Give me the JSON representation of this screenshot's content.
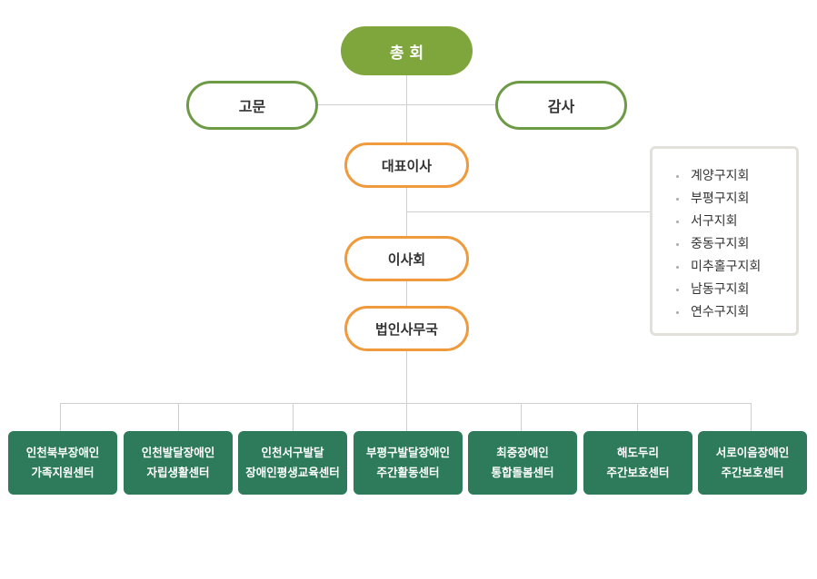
{
  "top": {
    "label": "총 회"
  },
  "advisor": {
    "label": "고문"
  },
  "auditor": {
    "label": "감사"
  },
  "ceo": {
    "label": "대표이사"
  },
  "board": {
    "label": "이사회"
  },
  "secretariat": {
    "label": "법인사무국"
  },
  "branches": [
    "계양구지회",
    "부평구지회",
    "서구지회",
    "중동구지회",
    "미추홀구지회",
    "남동구지회",
    "연수구지회"
  ],
  "centers": [
    {
      "line1": "인천북부장애인",
      "line2": "가족지원센터"
    },
    {
      "line1": "인천발달장애인",
      "line2": "자립생활센터"
    },
    {
      "line1": "인천서구발달",
      "line2": "장애인평생교육센터"
    },
    {
      "line1": "부평구발달장애인",
      "line2": "주간활동센터"
    },
    {
      "line1": "최중장애인",
      "line2": "통합돌봄센터"
    },
    {
      "line1": "해도두리",
      "line2": "주간보호센터"
    },
    {
      "line1": "서로이음장애인",
      "line2": "주간보호센터"
    }
  ],
  "colors": {
    "top": "#7ea63d",
    "green_border": "#6d9a44",
    "orange_border": "#ef9a3c",
    "center_bg": "#2d7b5a"
  }
}
